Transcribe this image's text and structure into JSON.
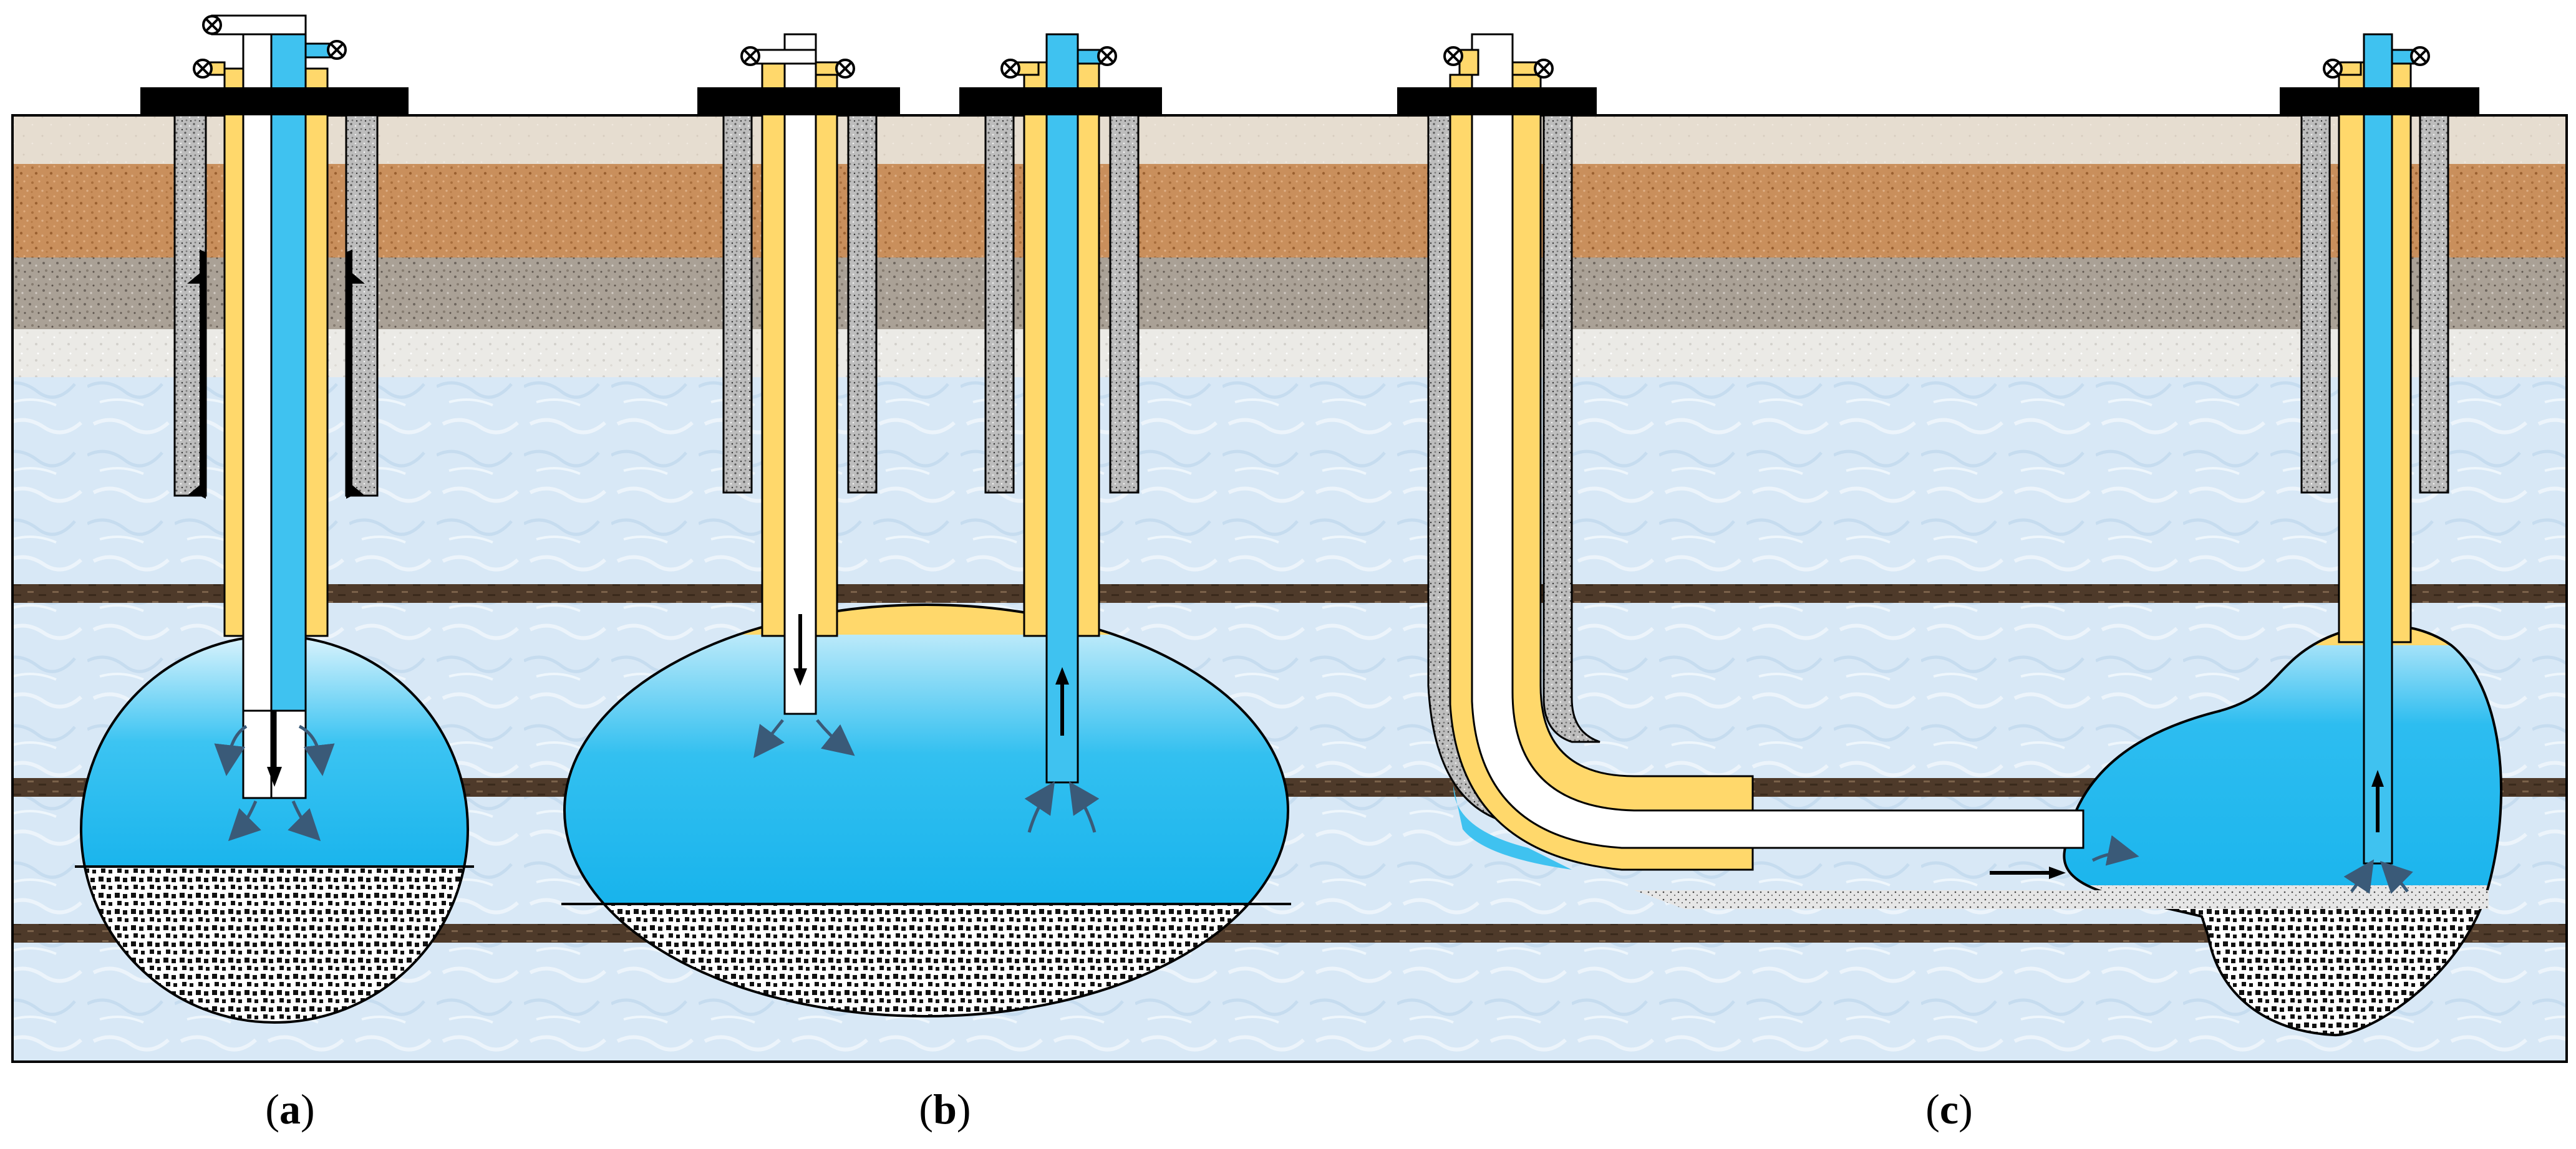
{
  "figure": {
    "panels": [
      {
        "id": "a",
        "open": "(",
        "letter": "a",
        "close": ")"
      },
      {
        "id": "b",
        "open": "(",
        "letter": "b",
        "close": ")"
      },
      {
        "id": "c",
        "open": "(",
        "letter": "c",
        "close": ")"
      }
    ]
  },
  "legend_colors": {
    "topsoil": "#e6ddd0",
    "sand_layer": "#c98f5c",
    "gravel_layer": "#a69c90",
    "light_layer": "#eeeeee",
    "salt_formation": "#d8e9f7",
    "interlayer": "#4e3a2a",
    "brine": "#19b5ec",
    "brine_light": "#d8f2fc",
    "blanket_oil": "#ffd86b",
    "cement": "#b4b4b4",
    "insoluble_sediment": "#222222",
    "wellhead_plate": "#000000"
  },
  "icons": [
    "valve-icon",
    "flow-arrow-icon"
  ]
}
